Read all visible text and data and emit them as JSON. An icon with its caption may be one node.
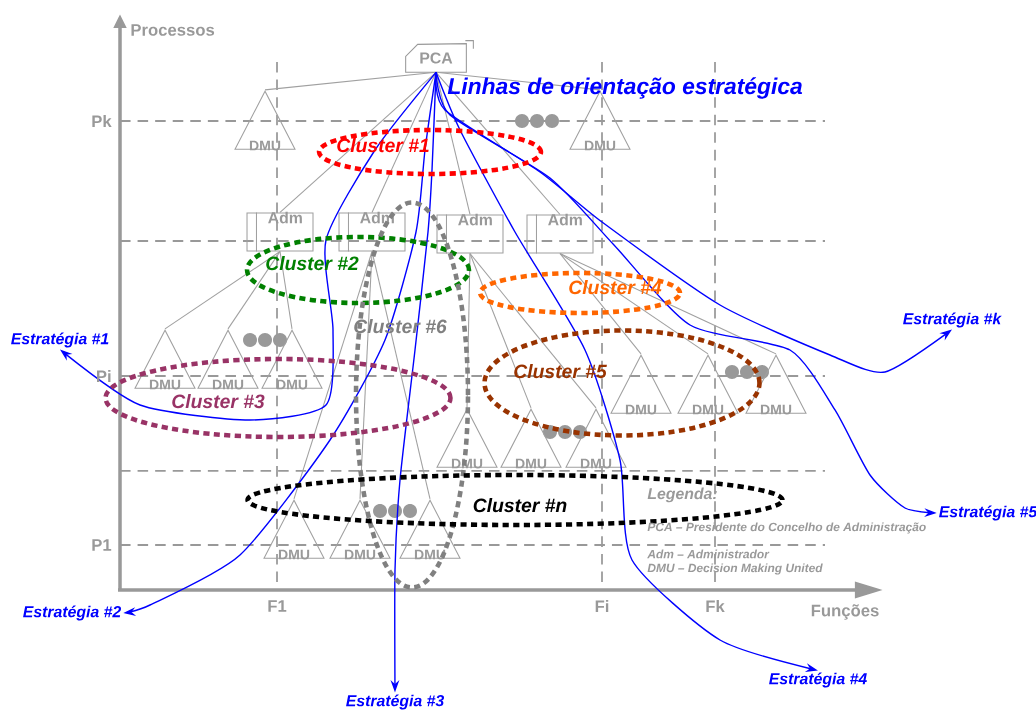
{
  "diagram": {
    "nodes": [
      {
        "text": [
          "PCA"
        ]
      },
      {
        "text": [
          "DMU"
        ]
      },
      {
        "text": [
          "DMU"
        ]
      },
      {
        "text": [
          "Adm"
        ]
      },
      {
        "text": [
          "Adm"
        ]
      },
      {
        "text": [
          "Adm"
        ]
      },
      {
        "text": [
          "Adm"
        ]
      },
      {
        "text": [
          "DMU"
        ]
      },
      {
        "text": [
          "DMU"
        ]
      },
      {
        "text": [
          "DMU"
        ]
      },
      {
        "text": [
          "DMU"
        ]
      },
      {
        "text": [
          "DMU"
        ]
      },
      {
        "text": [
          "DMU"
        ]
      },
      {
        "text": [
          "DMU"
        ]
      },
      {
        "text": [
          "DMU"
        ]
      },
      {
        "text": [
          "DMU"
        ]
      },
      {
        "text": [
          "DMU"
        ]
      },
      {
        "text": [
          "DMU"
        ]
      },
      {
        "text": [
          "DMU"
        ]
      },
      {
        "text": [
          "Estratégia #1"
        ]
      },
      {
        "text": [
          "Estratégia #k"
        ]
      },
      {
        "text": [
          "Estratégia #2"
        ]
      },
      {
        "text": [
          "Estratégia #3"
        ]
      },
      {
        "text": [
          "Estratégia #4"
        ]
      },
      {
        "text": [
          "Estratégia #5"
        ]
      }
    ],
    "edges": [
      {
        "from": 0,
        "to": 1,
        "arrow": "none"
      },
      {
        "from": 0,
        "to": 2,
        "arrow": "none"
      },
      {
        "from": 0,
        "to": 3,
        "arrow": "none"
      },
      {
        "from": 0,
        "to": 4,
        "arrow": "none"
      },
      {
        "from": 0,
        "to": 5,
        "arrow": "none"
      },
      {
        "from": 0,
        "to": 6,
        "arrow": "none"
      },
      {
        "from": 3,
        "to": 7,
        "arrow": "none"
      },
      {
        "from": 3,
        "to": 8,
        "arrow": "none"
      },
      {
        "from": 3,
        "to": 9,
        "arrow": "none"
      },
      {
        "from": 4,
        "to": 16,
        "arrow": "none"
      },
      {
        "from": 4,
        "to": 17,
        "arrow": "none"
      },
      {
        "from": 4,
        "to": 18,
        "arrow": "none"
      },
      {
        "from": 5,
        "to": 13,
        "arrow": "none"
      },
      {
        "from": 5,
        "to": 14,
        "arrow": "none"
      },
      {
        "from": 5,
        "to": 15,
        "arrow": "none"
      },
      {
        "from": 6,
        "to": 10,
        "arrow": "none"
      },
      {
        "from": 6,
        "to": 11,
        "arrow": "none"
      },
      {
        "from": 6,
        "to": 12,
        "arrow": "none"
      },
      {
        "from": 0,
        "to": 19,
        "arrow": "to",
        "color": "#0000ff"
      },
      {
        "from": 0,
        "to": 20,
        "arrow": "to",
        "color": "#0000ff"
      },
      {
        "from": 0,
        "to": 21,
        "arrow": "to",
        "color": "#0000ff"
      },
      {
        "from": 0,
        "to": 22,
        "arrow": "to",
        "color": "#0000ff"
      },
      {
        "from": 0,
        "to": 23,
        "arrow": "to",
        "color": "#0000ff"
      },
      {
        "from": 0,
        "to": 24,
        "arrow": "to",
        "color": "#0000ff"
      }
    ],
    "labels": [
      "Processos",
      "Linhas de orientação estratégica",
      "Pk",
      "Cluster #1",
      "Cluster #2",
      "Cluster #4",
      "Cluster #6",
      "Pi",
      "Cluster #3",
      "Cluster #5",
      "Legenda:",
      "Cluster #n",
      "PCA – Presidente do Concelho de Administração",
      "Adm – Administrador",
      "DMU – Decision Making United",
      "P1",
      "F1",
      "Fi",
      "Fk",
      "Funções"
    ]
  }
}
